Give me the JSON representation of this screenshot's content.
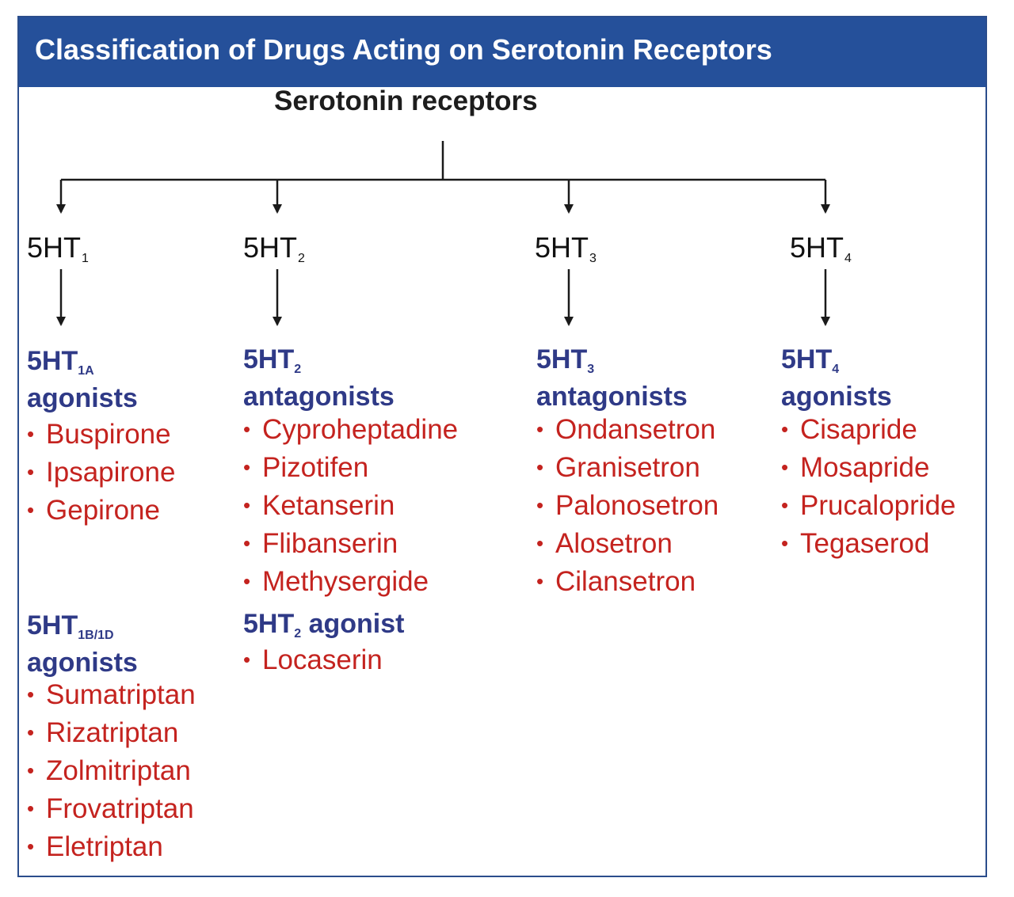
{
  "title": "Classification of Drugs Acting on Serotonin Receptors",
  "root": "Serotonin receptors",
  "bullet": "•",
  "colors": {
    "header_bg": "#25509a",
    "group_heading": "#2f3a87",
    "drug_name": "#c4231f",
    "connector": "#1a1a1a"
  },
  "receptors": [
    {
      "base": "5HT",
      "sub": "1"
    },
    {
      "base": "5HT",
      "sub": "2"
    },
    {
      "base": "5HT",
      "sub": "3"
    },
    {
      "base": "5HT",
      "sub": "4"
    }
  ],
  "groups": {
    "ht1a": {
      "base": "5HT",
      "sub": "1A",
      "rest": "agonists",
      "drugs": [
        "Buspirone",
        "Ipsapirone",
        "Gepirone"
      ]
    },
    "ht1bd": {
      "base": "5HT",
      "sub": "1B/1D",
      "rest": "agonists",
      "drugs": [
        "Sumatriptan",
        "Rizatriptan",
        "Zolmitriptan",
        "Frovatriptan",
        "Eletriptan"
      ]
    },
    "ht2_antag": {
      "base": "5HT",
      "sub": "2",
      "rest": "antagonists",
      "drugs": [
        "Cyproheptadine",
        "Pizotifen",
        "Ketanserin",
        "Flibanserin",
        "Methysergide"
      ]
    },
    "ht2_ag": {
      "base": "5HT",
      "sub": "2",
      "rest": "agonist",
      "drugs": [
        "Locaserin"
      ]
    },
    "ht3_antag": {
      "base": "5HT",
      "sub": "3",
      "rest": "antagonists",
      "drugs": [
        "Ondansetron",
        "Granisetron",
        "Palonosetron",
        "Alosetron",
        "Cilansetron"
      ]
    },
    "ht4_ag": {
      "base": "5HT",
      "sub": "4",
      "rest": "agonists",
      "drugs": [
        "Cisapride",
        "Mosapride",
        "Prucalopride",
        "Tegaserod"
      ]
    }
  }
}
